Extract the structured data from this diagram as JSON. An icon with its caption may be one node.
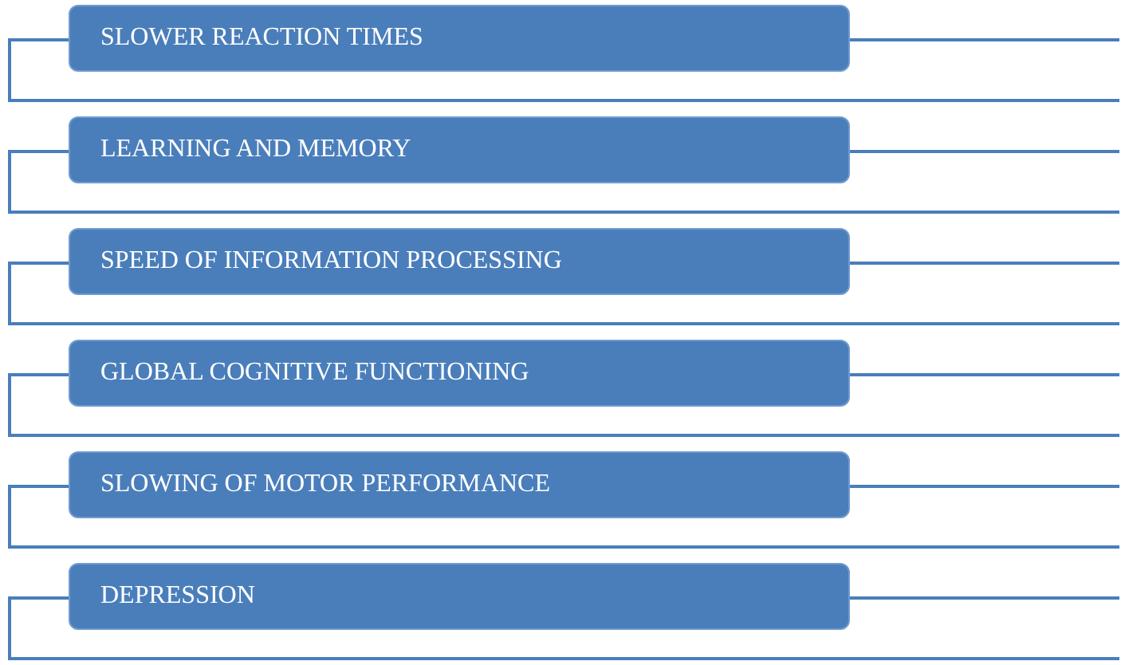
{
  "diagram": {
    "nodes": [
      {
        "text": [
          "SLOWER REACTION TIMES"
        ]
      },
      {
        "text": [
          "LEARNING AND MEMORY"
        ]
      },
      {
        "text": [
          "SPEED OF INFORMATION PROCESSING"
        ]
      },
      {
        "text": [
          "GLOBAL COGNITIVE FUNCTIONING"
        ]
      },
      {
        "text": [
          "SLOWING OF MOTOR PERFORMANCE"
        ]
      },
      {
        "text": [
          "DEPRESSION"
        ]
      }
    ]
  }
}
